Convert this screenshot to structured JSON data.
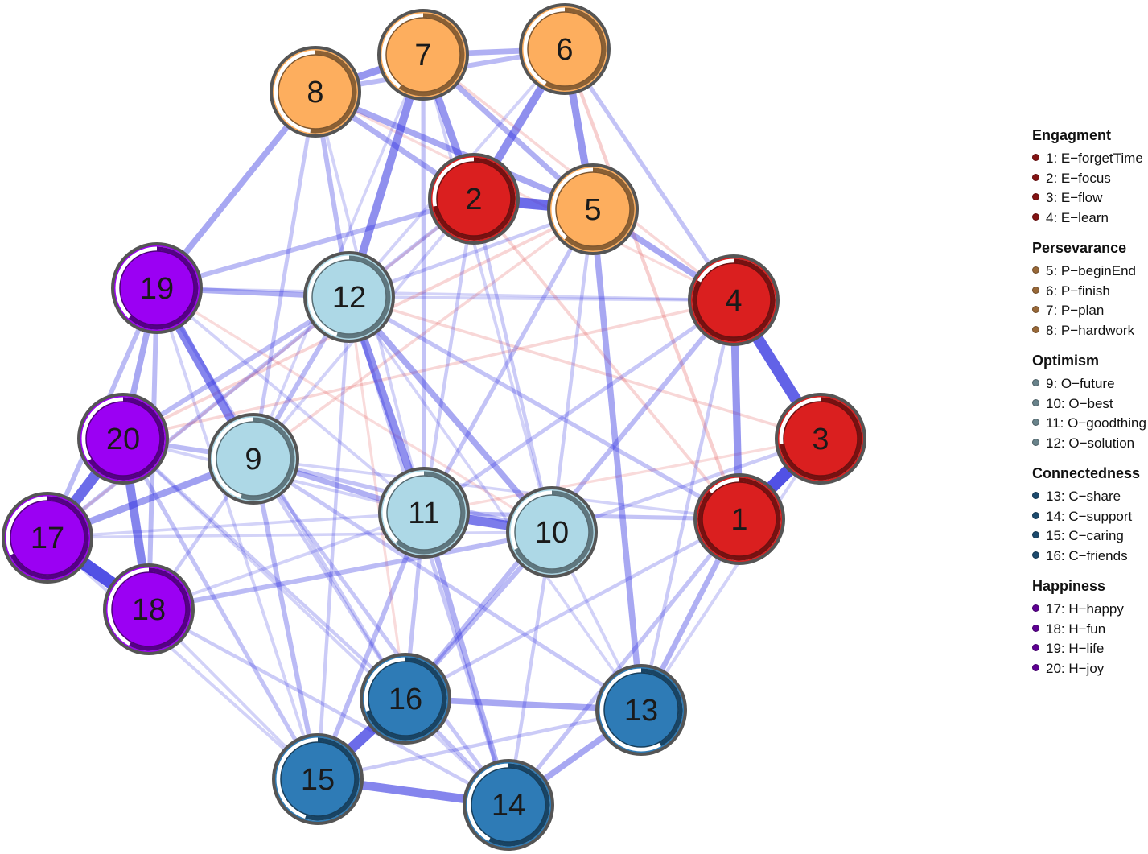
{
  "groups": [
    {
      "title": "Engagment",
      "color": "#DA1F1F",
      "items": [
        {
          "id": "1",
          "label": "1: E−forgetTime"
        },
        {
          "id": "2",
          "label": "2: E−focus"
        },
        {
          "id": "3",
          "label": "3: E−flow"
        },
        {
          "id": "4",
          "label": "4: E−learn"
        }
      ]
    },
    {
      "title": "Persevarance",
      "color": "#FDAE5E",
      "items": [
        {
          "id": "5",
          "label": "5: P−beginEnd"
        },
        {
          "id": "6",
          "label": "6: P−finish"
        },
        {
          "id": "7",
          "label": "7: P−plan"
        },
        {
          "id": "8",
          "label": "8: P−hardwork"
        }
      ]
    },
    {
      "title": "Optimism",
      "color": "#ADD8E6",
      "items": [
        {
          "id": "9",
          "label": "9: O−future"
        },
        {
          "id": "10",
          "label": "10: O−best"
        },
        {
          "id": "11",
          "label": "11: O−goodthing"
        },
        {
          "id": "12",
          "label": "12: O−solution"
        }
      ]
    },
    {
      "title": "Connectedness",
      "color": "#2E7BB6",
      "items": [
        {
          "id": "13",
          "label": "13: C−share"
        },
        {
          "id": "14",
          "label": "14: C−support"
        },
        {
          "id": "15",
          "label": "15: C−caring"
        },
        {
          "id": "16",
          "label": "16: C−friends"
        }
      ]
    },
    {
      "title": "Happiness",
      "color": "#9B00F3",
      "items": [
        {
          "id": "17",
          "label": "17: H−happy"
        },
        {
          "id": "18",
          "label": "18: H−fun"
        },
        {
          "id": "19",
          "label": "19: H−life"
        },
        {
          "id": "20",
          "label": "20: H−joy"
        }
      ]
    }
  ],
  "colors": {
    "positive_edge": "#3030E0",
    "negative_edge": "#E04040",
    "node_border": "#555555",
    "pie_ring": "#ffffff"
  },
  "edges": [
    [
      "1",
      "3",
      0.85
    ],
    [
      "3",
      "4",
      0.75
    ],
    [
      "1",
      "4",
      0.45
    ],
    [
      "2",
      "5",
      0.7
    ],
    [
      "11",
      "10",
      0.6
    ],
    [
      "17",
      "18",
      0.85
    ],
    [
      "17",
      "20",
      0.7
    ],
    [
      "20",
      "18",
      0.55
    ],
    [
      "15",
      "16",
      0.7
    ],
    [
      "15",
      "14",
      0.55
    ],
    [
      "19",
      "9",
      0.55
    ],
    [
      "12",
      "11",
      0.5
    ],
    [
      "7",
      "12",
      0.5
    ],
    [
      "6",
      "2",
      0.5
    ],
    [
      "6",
      "5",
      0.45
    ],
    [
      "7",
      "2",
      0.45
    ],
    [
      "8",
      "7",
      0.45
    ],
    [
      "12",
      "10",
      0.35
    ],
    [
      "9",
      "17",
      0.4
    ],
    [
      "16",
      "13",
      0.35
    ],
    [
      "13",
      "14",
      0.35
    ],
    [
      "5",
      "13",
      0.35
    ],
    [
      "8",
      "19",
      0.35
    ],
    [
      "19",
      "12",
      0.3
    ],
    [
      "5",
      "4",
      0.35
    ],
    [
      "7",
      "6",
      0.3
    ],
    [
      "8",
      "5",
      0.35
    ],
    [
      "7",
      "5",
      0.3
    ],
    [
      "11",
      "14",
      0.3
    ],
    [
      "1",
      "13",
      0.3
    ],
    [
      "1",
      "14",
      0.2
    ],
    [
      "18",
      "10",
      0.25
    ],
    [
      "4",
      "16",
      0.25
    ],
    [
      "20",
      "9",
      0.25
    ],
    [
      "9",
      "11",
      0.3
    ],
    [
      "11",
      "15",
      0.25
    ],
    [
      "9",
      "15",
      0.25
    ],
    [
      "10",
      "16",
      0.25
    ],
    [
      "19",
      "17",
      0.25
    ],
    [
      "19",
      "18",
      0.25
    ],
    [
      "19",
      "20",
      0.35
    ],
    [
      "20",
      "12",
      0.25
    ],
    [
      "8",
      "2",
      0.3
    ],
    [
      "8",
      "12",
      0.25
    ],
    [
      "2",
      "19",
      0.25
    ],
    [
      "12",
      "1",
      0.2
    ],
    [
      "11",
      "1",
      0.2
    ],
    [
      "9",
      "10",
      0.2
    ],
    [
      "12",
      "9",
      0.25
    ],
    [
      "20",
      "15",
      0.2
    ],
    [
      "17",
      "12",
      0.2
    ],
    [
      "6",
      "8",
      0.25
    ],
    [
      "7",
      "11",
      0.2
    ],
    [
      "4",
      "11",
      0.18
    ],
    [
      "5",
      "11",
      0.2
    ],
    [
      "14",
      "12",
      0.18
    ],
    [
      "16",
      "11",
      0.2
    ],
    [
      "13",
      "9",
      0.18
    ],
    [
      "15",
      "12",
      0.15
    ],
    [
      "3",
      "10",
      0.15
    ],
    [
      "6",
      "4",
      0.2
    ],
    [
      "8",
      "9",
      0.18
    ],
    [
      "19",
      "16",
      0.15
    ],
    [
      "18",
      "14",
      0.15
    ],
    [
      "9",
      "14",
      0.18
    ],
    [
      "2",
      "12",
      0.18
    ],
    [
      "2",
      "10",
      0.15
    ],
    [
      "5",
      "12",
      0.15
    ],
    [
      "20",
      "16",
      0.15
    ],
    [
      "17",
      "15",
      0.12
    ],
    [
      "18",
      "15",
      0.12
    ],
    [
      "20",
      "14",
      0.12
    ],
    [
      "19",
      "15",
      0.12
    ],
    [
      "16",
      "14",
      0.2
    ],
    [
      "15",
      "13",
      0.15
    ],
    [
      "16",
      "9",
      0.15
    ],
    [
      "3",
      "13",
      0.12
    ],
    [
      "4",
      "13",
      0.15
    ],
    [
      "1",
      "16",
      0.15
    ],
    [
      "7",
      "10",
      0.12
    ],
    [
      "8",
      "11",
      0.12
    ],
    [
      "6",
      "12",
      0.12
    ],
    [
      "2",
      "11",
      0.15
    ],
    [
      "5",
      "10",
      0.15
    ],
    [
      "4",
      "12",
      0.12
    ],
    [
      "19",
      "11",
      0.12
    ],
    [
      "20",
      "11",
      0.12
    ],
    [
      "17",
      "11",
      0.1
    ],
    [
      "18",
      "11",
      0.12
    ],
    [
      "12",
      "13",
      0.1
    ],
    [
      "10",
      "13",
      0.12
    ],
    [
      "10",
      "14",
      0.15
    ],
    [
      "9",
      "1",
      0.1
    ],
    [
      "18",
      "9",
      0.15
    ],
    [
      "17",
      "10",
      0.1
    ],
    [
      "2",
      "9",
      0.12
    ],
    [
      "7",
      "9",
      0.1
    ],
    [
      "19",
      "4",
      0.1
    ],
    [
      "20",
      "5",
      -0.12
    ],
    [
      "12",
      "3",
      -0.1
    ],
    [
      "6",
      "1",
      -0.15
    ],
    [
      "2",
      "1",
      -0.12
    ],
    [
      "5",
      "9",
      -0.1
    ],
    [
      "7",
      "4",
      -0.1
    ],
    [
      "20",
      "4",
      -0.1
    ],
    [
      "19",
      "10",
      -0.08
    ],
    [
      "11",
      "3",
      -0.08
    ],
    [
      "8",
      "4",
      -0.08
    ],
    [
      "17",
      "2",
      -0.08
    ],
    [
      "12",
      "16",
      -0.08
    ]
  ],
  "nodes": [
    {
      "id": "1",
      "group": 0,
      "pie": 0.87
    },
    {
      "id": "2",
      "group": 0,
      "pie": 0.72
    },
    {
      "id": "3",
      "group": 0,
      "pie": 0.73
    },
    {
      "id": "4",
      "group": 0,
      "pie": 0.83
    },
    {
      "id": "5",
      "group": 1,
      "pie": 0.62
    },
    {
      "id": "6",
      "group": 1,
      "pie": 0.58
    },
    {
      "id": "7",
      "group": 1,
      "pie": 0.6
    },
    {
      "id": "8",
      "group": 1,
      "pie": 0.52
    },
    {
      "id": "9",
      "group": 2,
      "pie": 0.55
    },
    {
      "id": "10",
      "group": 2,
      "pie": 0.68
    },
    {
      "id": "11",
      "group": 2,
      "pie": 0.62
    },
    {
      "id": "12",
      "group": 2,
      "pie": 0.55
    },
    {
      "id": "13",
      "group": 3,
      "pie": 0.42
    },
    {
      "id": "14",
      "group": 3,
      "pie": 0.58
    },
    {
      "id": "15",
      "group": 3,
      "pie": 0.55
    },
    {
      "id": "16",
      "group": 3,
      "pie": 0.7
    },
    {
      "id": "17",
      "group": 4,
      "pie": 0.68
    },
    {
      "id": "18",
      "group": 4,
      "pie": 0.58
    },
    {
      "id": "19",
      "group": 4,
      "pie": 0.62
    },
    {
      "id": "20",
      "group": 4,
      "pie": 0.66
    }
  ]
}
